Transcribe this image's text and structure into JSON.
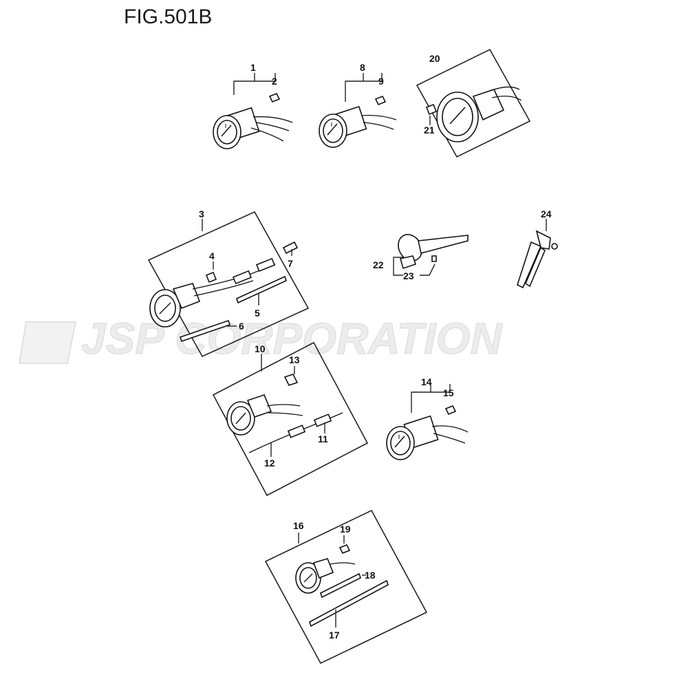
{
  "figure": {
    "title": "FIG.501B"
  },
  "watermark": {
    "text": "JSP CORPORATION"
  },
  "callouts": [
    "1",
    "2",
    "3",
    "4",
    "5",
    "6",
    "7",
    "8",
    "9",
    "10",
    "11",
    "12",
    "13",
    "14",
    "15",
    "16",
    "17",
    "18",
    "19",
    "20",
    "21",
    "22",
    "23",
    "24"
  ]
}
